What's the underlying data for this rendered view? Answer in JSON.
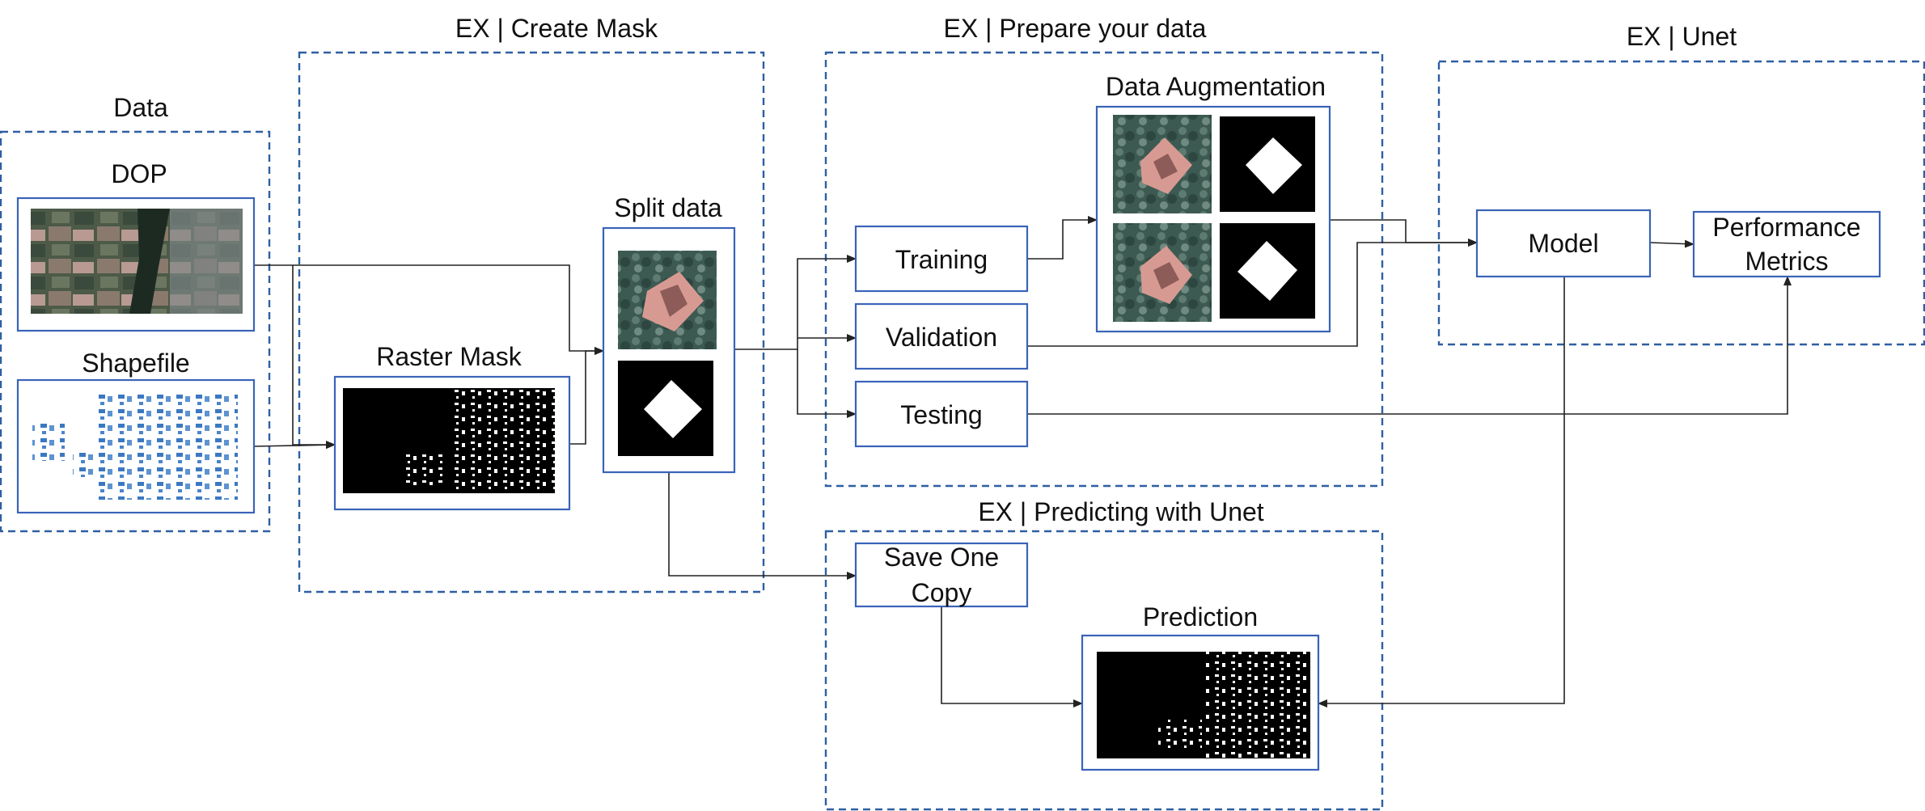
{
  "groups": {
    "data": "Data",
    "create_mask": "EX | Create Mask",
    "prepare": "EX | Prepare your data",
    "unet": "EX | Unet",
    "predicting": "EX | Predicting with Unet"
  },
  "nodes": {
    "dop": "DOP",
    "shapefile": "Shapefile",
    "raster_mask": "Raster Mask",
    "split_data": "Split data",
    "data_augmentation": "Data Augmentation",
    "training": "Training",
    "validation": "Validation",
    "testing": "Testing",
    "model": "Model",
    "performance_metrics_line1": "Performance",
    "performance_metrics_line2": "Metrics",
    "save_one_copy_line1": "Save One",
    "save_one_copy_line2": "Copy",
    "prediction": "Prediction"
  },
  "colors": {
    "group_border": "#2e5fa3",
    "node_border": "#3a63b8",
    "connector": "#222222"
  }
}
